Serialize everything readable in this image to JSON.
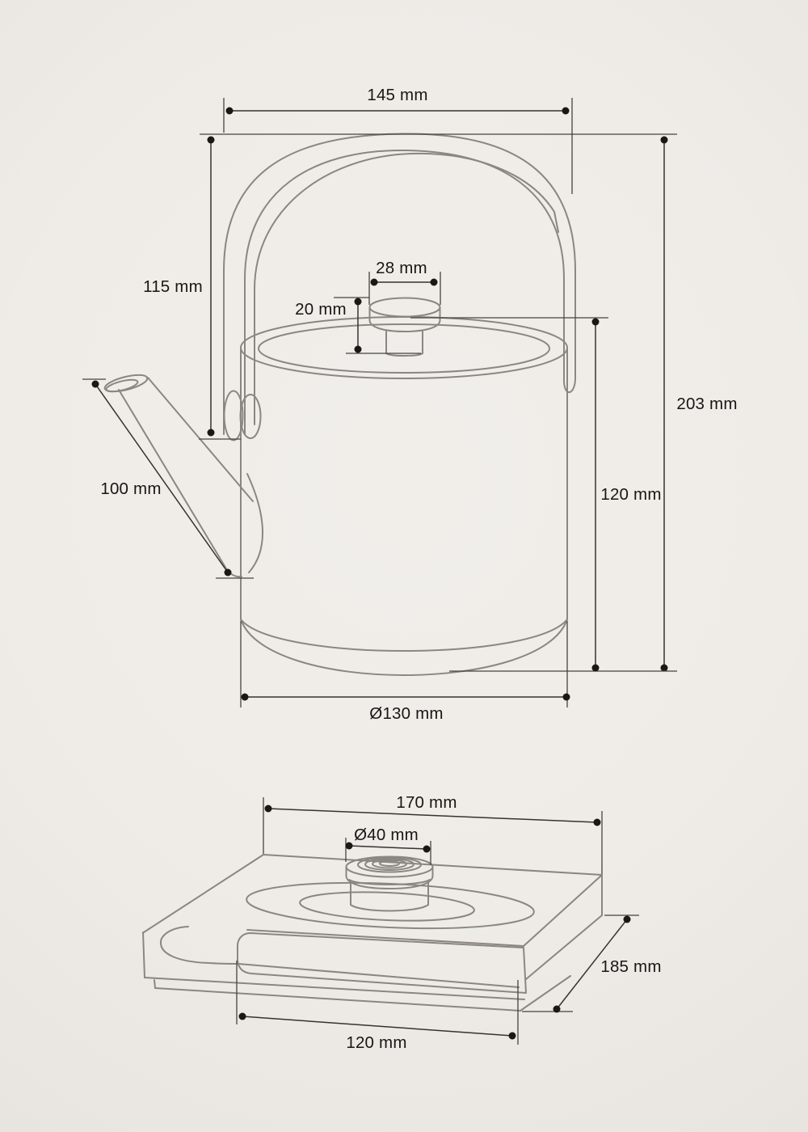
{
  "diagram": {
    "background_color": "#efece8",
    "outline_color": "#8b8681",
    "dimension_color": "#35332f",
    "label_color": "#171614",
    "kettle": {
      "labels": {
        "handle_width": "145 mm",
        "handle_height": "115 mm",
        "knob_diameter": "28 mm",
        "knob_height": "20 mm",
        "overall_height": "203 mm",
        "body_height": "120 mm",
        "spout_length": "100 mm",
        "base_diameter": "Ø130 mm"
      }
    },
    "base": {
      "labels": {
        "top_width": "170 mm",
        "connector_diameter": "Ø40 mm",
        "depth": "185 mm",
        "front_recess_width": "120 mm"
      }
    }
  }
}
